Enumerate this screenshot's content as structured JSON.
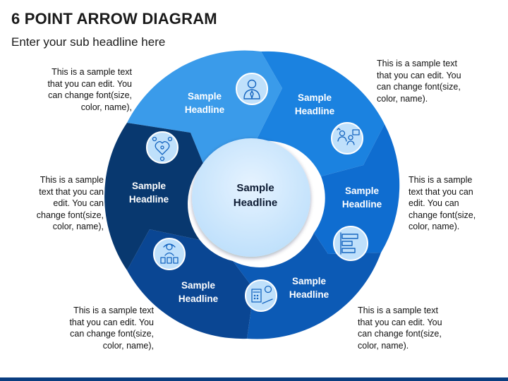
{
  "title": "6 POINT ARROW DIAGRAM",
  "subtitle": "Enter your sub headline here",
  "center": {
    "line1": "Sample",
    "line2": "Headline"
  },
  "segments": [
    {
      "line1": "Sample",
      "line2": "Headline",
      "icon": "businessman-icon",
      "color": "#3a9bea"
    },
    {
      "line1": "Sample",
      "line2": "Headline",
      "icon": "team-meeting-icon",
      "color": "#1b82e0"
    },
    {
      "line1": "Sample",
      "line2": "Headline",
      "icon": "bar-chart-icon",
      "color": "#0f6dd0"
    },
    {
      "line1": "Sample",
      "line2": "Headline",
      "icon": "calculator-finance-icon",
      "color": "#0c5ab5"
    },
    {
      "line1": "Sample",
      "line2": "Headline",
      "icon": "analyst-checklist-icon",
      "color": "#0a4693"
    },
    {
      "line1": "Sample",
      "line2": "Headline",
      "icon": "network-heart-icon",
      "color": "#08386f"
    }
  ],
  "notes": [
    {
      "lines": [
        "This is a sample text",
        "that you can edit. You",
        "can change font(size,",
        "color, name),"
      ]
    },
    {
      "lines": [
        "This is a sample text",
        "that you can edit. You",
        "can change font(size,",
        "color, name)."
      ]
    },
    {
      "lines": [
        "This is a sample",
        "text that you can",
        "edit. You can",
        "change font(size,",
        "color, name)."
      ]
    },
    {
      "lines": [
        "This is a sample text",
        "that you can edit. You",
        "can change font(size,",
        "color, name)."
      ]
    },
    {
      "lines": [
        "This is a sample text",
        "that you can edit. You",
        "can change font(size,",
        "color, name),"
      ]
    },
    {
      "lines": [
        "This is a sample",
        "text that you can",
        "edit. You can",
        "change font(size,",
        "color, name),"
      ]
    }
  ]
}
